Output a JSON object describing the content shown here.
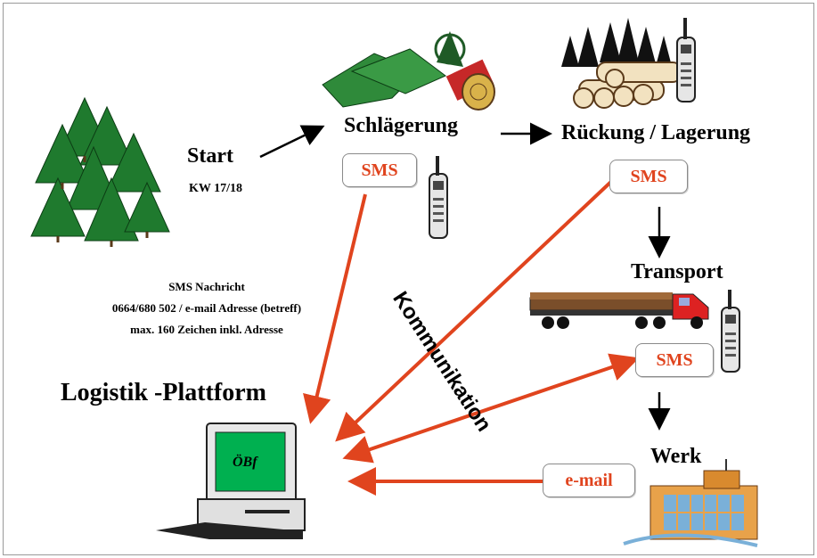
{
  "nodes": {
    "start": {
      "title": "Start",
      "subtitle": "KW 17/18"
    },
    "schlaegerung": {
      "title": "Schlägerung"
    },
    "rueckung": {
      "title": "Rückung / Lagerung"
    },
    "transport": {
      "title": "Transport"
    },
    "werk": {
      "title": "Werk"
    },
    "platform": {
      "title": "Logistik -Plattform",
      "screen_label": "ÖBf"
    }
  },
  "badges": {
    "sms_1": "SMS",
    "sms_2": "SMS",
    "sms_3": "SMS",
    "email": "e-mail"
  },
  "info": {
    "line1": "SMS Nachricht",
    "line2": "0664/680 502 /  e-mail Adresse (betreff)",
    "line3": "max. 160 Zeichen inkl. Adresse"
  },
  "communication_label": "Kommunikation",
  "colors": {
    "arrow_orange": "#e0441e",
    "badge_text": "#e0441e",
    "tree_green": "#1f7a2e",
    "screen_green": "#00b050"
  }
}
